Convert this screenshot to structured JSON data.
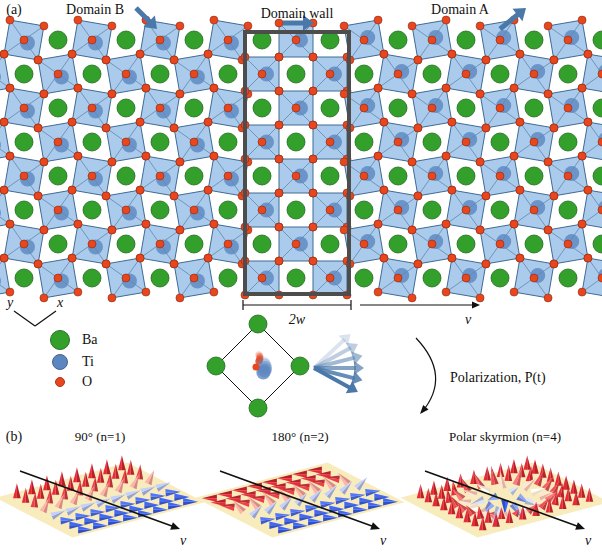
{
  "diagram": {
    "nodes": [
      {
        "text": [
          "Domain wall"
        ]
      }
    ],
    "labels": [
      "(a)",
      "Domain B",
      "Domain A",
      "y",
      "x",
      "2w",
      "v",
      "Polarization, P(t)",
      "(b)",
      "90° (n=1)",
      "180° (n=2)",
      "Polar skyrmion (n=4)",
      "v",
      "v",
      "v"
    ],
    "legend": [
      {
        "text": "Ba",
        "color": "#33a02c"
      },
      {
        "text": "Ti",
        "color": "#5b86c0"
      },
      {
        "text": "O",
        "color": "#e8461e"
      }
    ]
  }
}
